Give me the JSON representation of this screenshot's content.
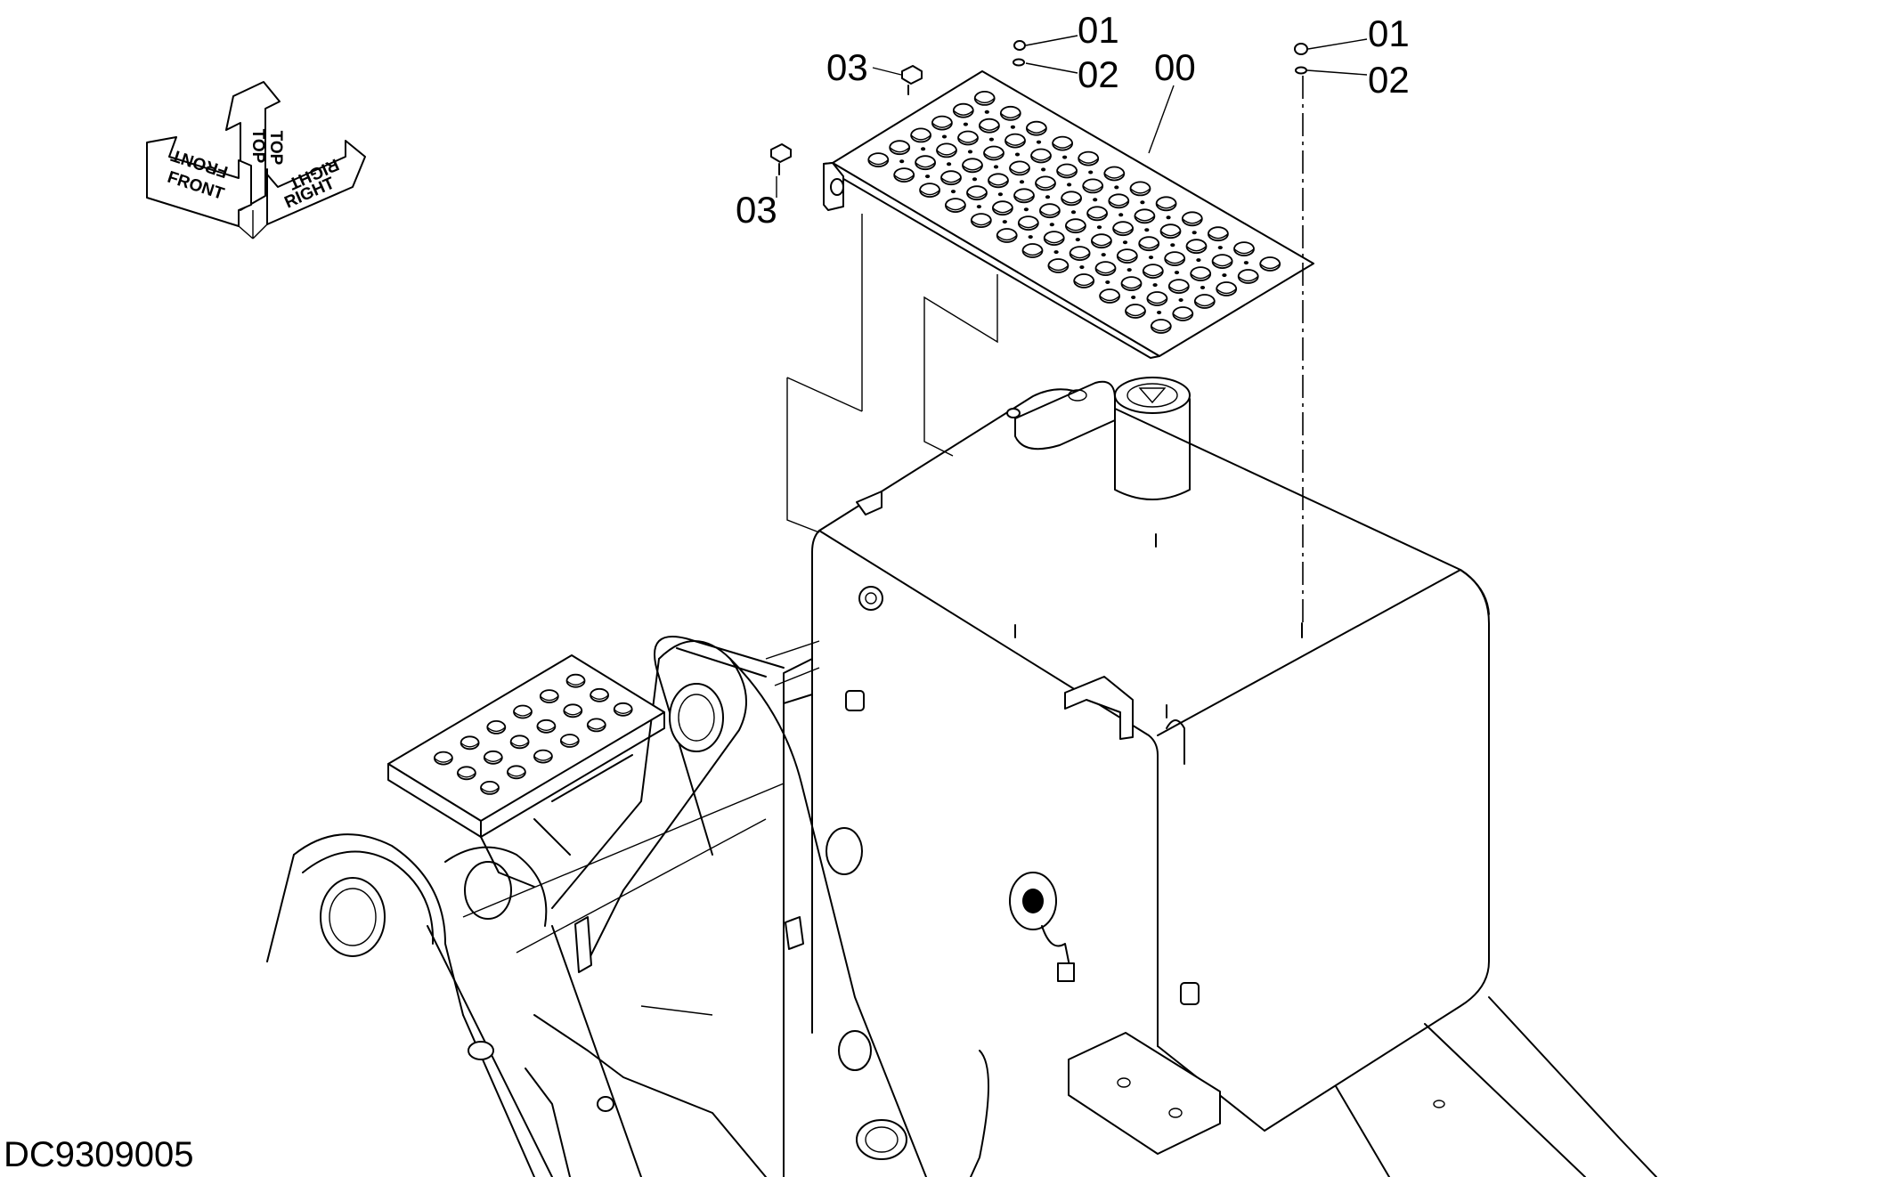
{
  "drawing_id": "DC9309005",
  "orientation": {
    "front": "FRONT",
    "top": "TOP",
    "right": "RIGHT"
  },
  "callouts": {
    "c01a": "01",
    "c02a": "02",
    "c03a": "03",
    "c00": "00",
    "c01b": "01",
    "c02b": "02",
    "c03b": "03"
  }
}
